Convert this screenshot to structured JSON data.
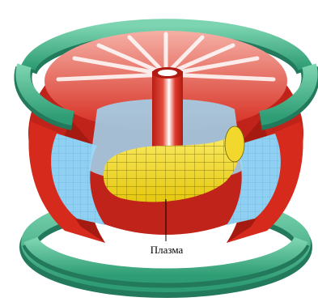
{
  "labels": {
    "plasma": "Плазма"
  },
  "colors": {
    "background": "#ffffff",
    "outer_coil": "#3aa880",
    "outer_coil_dark": "#23795b",
    "outer_coil_light": "#6ccaa5",
    "toroidal_coil": "#d62a1d",
    "toroidal_coil_dark": "#a51b12",
    "toroidal_coil_light": "#f39a8c",
    "central_solenoid_highlight": "#ffffff",
    "vacuum_vessel": "#8fd0f2",
    "vacuum_vessel_grid": "#5aa7d8",
    "plasma": "#f7e23a",
    "plasma_grid": "#6d6200",
    "callout_line": "#000000"
  },
  "parts": [
    "outer-poloidal-coil-top",
    "outer-poloidal-coil-bottom",
    "toroidal-field-coils",
    "central-solenoid",
    "vacuum-vessel",
    "plasma-torus"
  ]
}
